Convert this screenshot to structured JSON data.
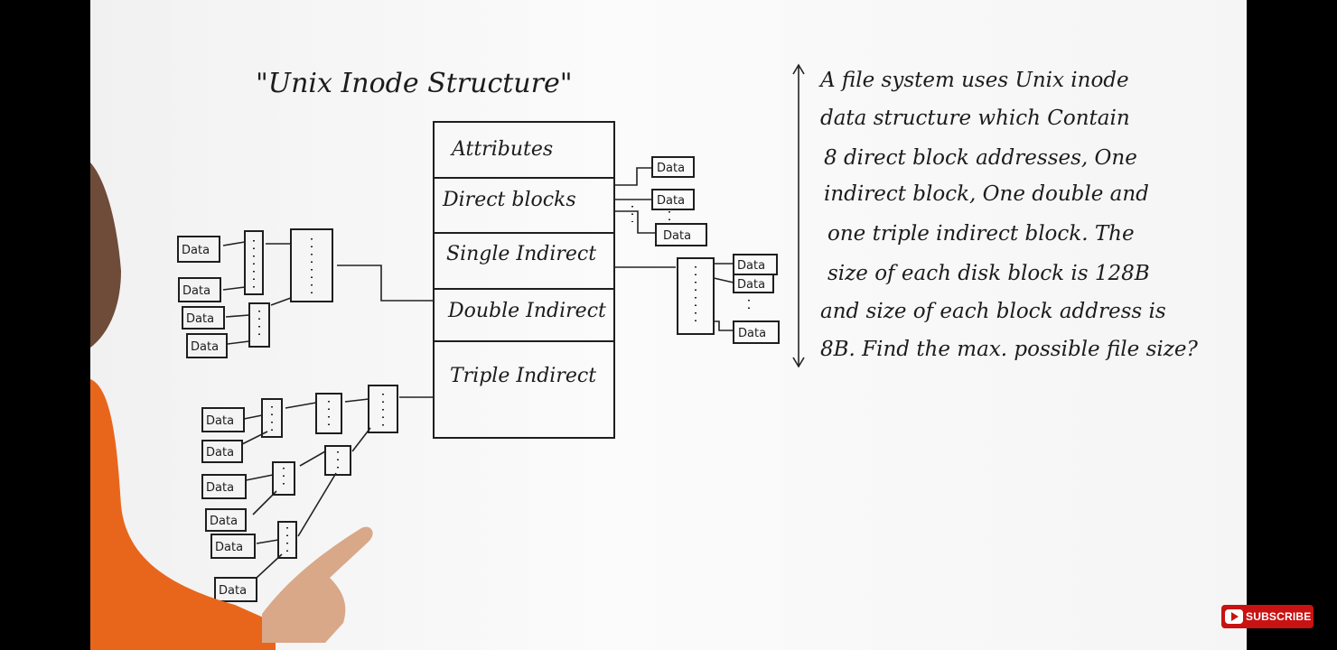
{
  "board": {
    "title": "\"Unix Inode Structure\"",
    "inode_fields": [
      "Attributes",
      "Direct blocks",
      "Single Indirect",
      "Double Indirect",
      "Triple Indirect"
    ],
    "data_label": "Data",
    "question_lines": [
      "A file system uses Unix inode",
      "data structure which Contain",
      "8 direct block addresses, One",
      "indirect block, One double and",
      "one triple indirect block. The",
      "size of each disk block is 128B",
      "and size of each block address is",
      "8B. Find the max. possible file size?"
    ]
  },
  "overlay": {
    "subscribe_label": "SUBSCRIBE"
  },
  "colors": {
    "board": "#f6f6f6",
    "ink": "#1c1c1c",
    "subscribe": "#c91212",
    "letterbox": "#000000"
  }
}
